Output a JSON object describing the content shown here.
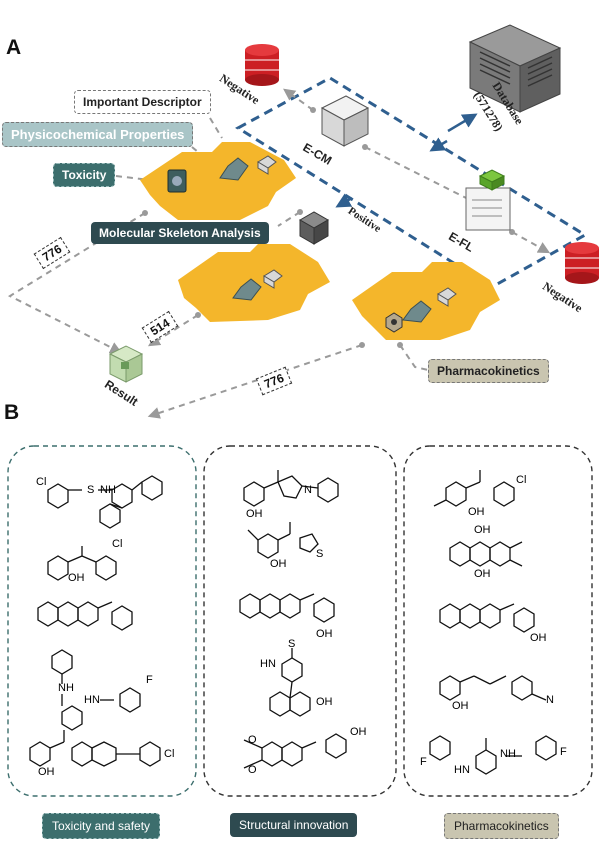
{
  "panel_a": {
    "letter": "A",
    "tags": {
      "important_descriptor": "Important Descriptor",
      "physicochemical": "Physicochemical Properties",
      "toxicity": "Toxicity",
      "skeleton": "Molecular Skeleton Analysis",
      "pharmacokinetics": "Pharmacokinetics"
    },
    "labels": {
      "negative_top": "Negative",
      "negative_right": "Negative",
      "positive": "Positive",
      "ecm": "E-CM",
      "efl": "E-FL",
      "database": "Database",
      "database_count": "(571278)",
      "result": "Result"
    },
    "counts": {
      "left": "776",
      "middle": "514",
      "bottom": "776"
    }
  },
  "panel_b": {
    "letter": "B",
    "columns": [
      {
        "label": "Toxicity and safety",
        "molecules": [
          "chloro-sulfonamide benzophenone",
          "chloro hydroxy benzophenone",
          "pyrazolo-quinazoline hydroxyphenyl ketone",
          "fluoro sulfonamide benzamide",
          "chlorophenyl pyrazolopyrimidine ketone"
        ]
      },
      {
        "label": "Structural innovation",
        "molecules": [
          "phenylpyrazole hydroxyphenyl ketone",
          "tert-butyl hydroxyphenyl thienyl ketone",
          "pyrazolo-quinazoline hydroxyphenyl ketone",
          "thioxo triazinone naphthol",
          "diethoxy quinoline hydroxyphenyl ketone"
        ]
      },
      {
        "label": "Pharmacokinetics",
        "molecules": [
          "chloro hydroxy benzophenone",
          "dihydroxy anthracene dione",
          "pyrazolo-quinazoline hydroxyphenyl ketone",
          "dimethylamino chalcone",
          "fluoro sulfonamide benzamide"
        ]
      }
    ],
    "atoms": {
      "cl": "Cl",
      "nh": "NH",
      "hn": "HN",
      "s": "S",
      "o": "O",
      "oh": "OH",
      "n": "N",
      "f": "F",
      "hn_s": "HN",
      "nh_s": "NH",
      "o_et": "O"
    }
  },
  "colors": {
    "orange": "#f4b62b",
    "blue_dash": "#2f5f8f",
    "teal": "#3c6e6d",
    "dark_slate": "#2e4a50",
    "sage": "#c9c5b0",
    "phys_bg": "#a9c5c7",
    "red_db": "#cc1f24"
  },
  "icons": [
    "database-server-icon",
    "red-database-icon",
    "printer-icon",
    "document-icon",
    "result-cube-icon",
    "descriptor-pyramid-icon",
    "hex-nut-icon"
  ]
}
